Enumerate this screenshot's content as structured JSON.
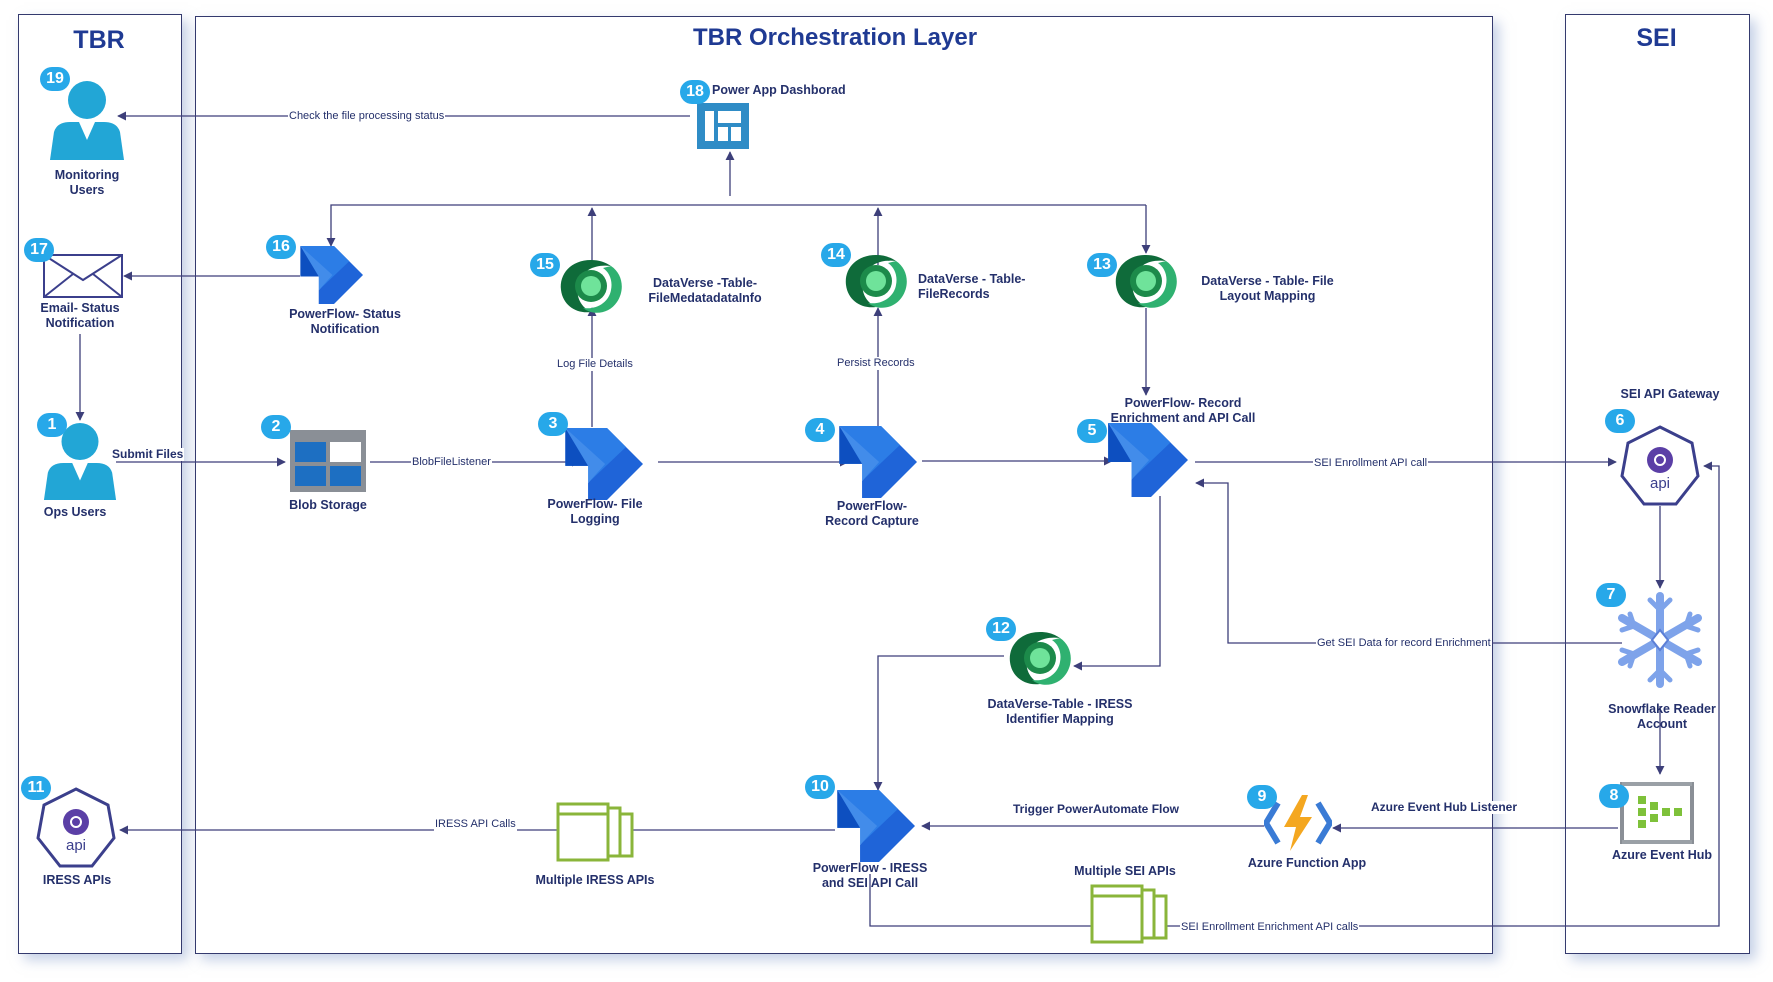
{
  "panels": {
    "left_title": "TBR",
    "center_title": "TBR Orchestration Layer",
    "right_title": "SEI"
  },
  "nodes": {
    "monitoring_users": {
      "badge": "19",
      "label": "Monitoring\nUsers",
      "icon": "user-icon"
    },
    "email_status": {
      "badge": "17",
      "label": "Email- Status\nNotification",
      "icon": "envelope-icon"
    },
    "ops_users": {
      "badge": "1",
      "label": "Ops Users",
      "icon": "user-icon"
    },
    "iress_apis": {
      "badge": "11",
      "label": "IRESS APIs",
      "icon": "api-gateway-icon"
    },
    "power_app_dashboard": {
      "badge": "18",
      "label": "Power App Dashborad",
      "icon": "dashboard-icon"
    },
    "pf_status_notification": {
      "badge": "16",
      "label": "PowerFlow- Status\nNotification",
      "icon": "power-automate-icon"
    },
    "blob_storage": {
      "badge": "2",
      "label": "Blob Storage",
      "icon": "blob-storage-icon"
    },
    "dv_file_metadata": {
      "badge": "15",
      "label": "DataVerse -Table-\nFileMedatadataInfo",
      "icon": "dataverse-icon"
    },
    "pf_file_logging": {
      "badge": "3",
      "label": "PowerFlow- File\nLogging",
      "icon": "power-automate-icon"
    },
    "dv_file_records": {
      "badge": "14",
      "label": "DataVerse - Table-\nFileRecords",
      "icon": "dataverse-icon"
    },
    "pf_record_capture": {
      "badge": "4",
      "label": "PowerFlow-\nRecord Capture",
      "icon": "power-automate-icon"
    },
    "dv_layout_mapping": {
      "badge": "13",
      "label": "DataVerse - Table- File\nLayout Mapping",
      "icon": "dataverse-icon"
    },
    "pf_record_enrichment": {
      "badge": "5",
      "label": "PowerFlow- Record\nEnrichment and API Call",
      "icon": "power-automate-icon"
    },
    "dv_iress_mapping": {
      "badge": "12",
      "label": "DataVerse-Table - IRESS\nIdentifier Mapping",
      "icon": "dataverse-icon"
    },
    "pf_iress_sei": {
      "badge": "10",
      "label": "PowerFlow - IRESS\nand SEI API Call",
      "icon": "power-automate-icon"
    },
    "multiple_iress_apis": {
      "label": "Multiple IRESS APIs",
      "icon": "stacked-boxes-icon"
    },
    "multiple_sei_apis": {
      "label": "Multiple SEI APIs",
      "icon": "stacked-boxes-icon"
    },
    "azure_function": {
      "badge": "9",
      "label": "Azure Function App",
      "icon": "azure-function-icon"
    },
    "sei_api_gateway": {
      "badge": "6",
      "label": "SEI API Gateway",
      "icon": "api-gateway-icon"
    },
    "snowflake": {
      "badge": "7",
      "label": "Snowflake Reader\nAccount",
      "icon": "snowflake-icon"
    },
    "event_hub": {
      "badge": "8",
      "label": "Azure Event Hub",
      "icon": "event-hub-icon"
    }
  },
  "edge_labels": {
    "check_status": "Check the file processing status",
    "submit_files": "Submit Files",
    "blob_listener": "BlobFileListener",
    "log_file_details": "Log File Details",
    "persist_records": "Persist Records",
    "sei_enrollment_call": "SEI Enrollment API call",
    "get_sei_data": "Get SEI Data for record Enrichment",
    "trigger_flow": "Trigger PowerAutomate Flow",
    "event_hub_listener": "Azure Event Hub Listener",
    "iress_api_calls": "IRESS API Calls",
    "sei_enrichment_calls": "SEI Enrollment Enrichment API calls"
  },
  "colors": {
    "edge": "#3d3f7a",
    "badge": "#27a8e9",
    "title": "#1f3a93",
    "user": "#22a6d6",
    "power_automate": "#1f64d8",
    "dataverse": "#2fb170",
    "api_gateway": "#3b3f8c",
    "stack": "#8ab53a"
  }
}
